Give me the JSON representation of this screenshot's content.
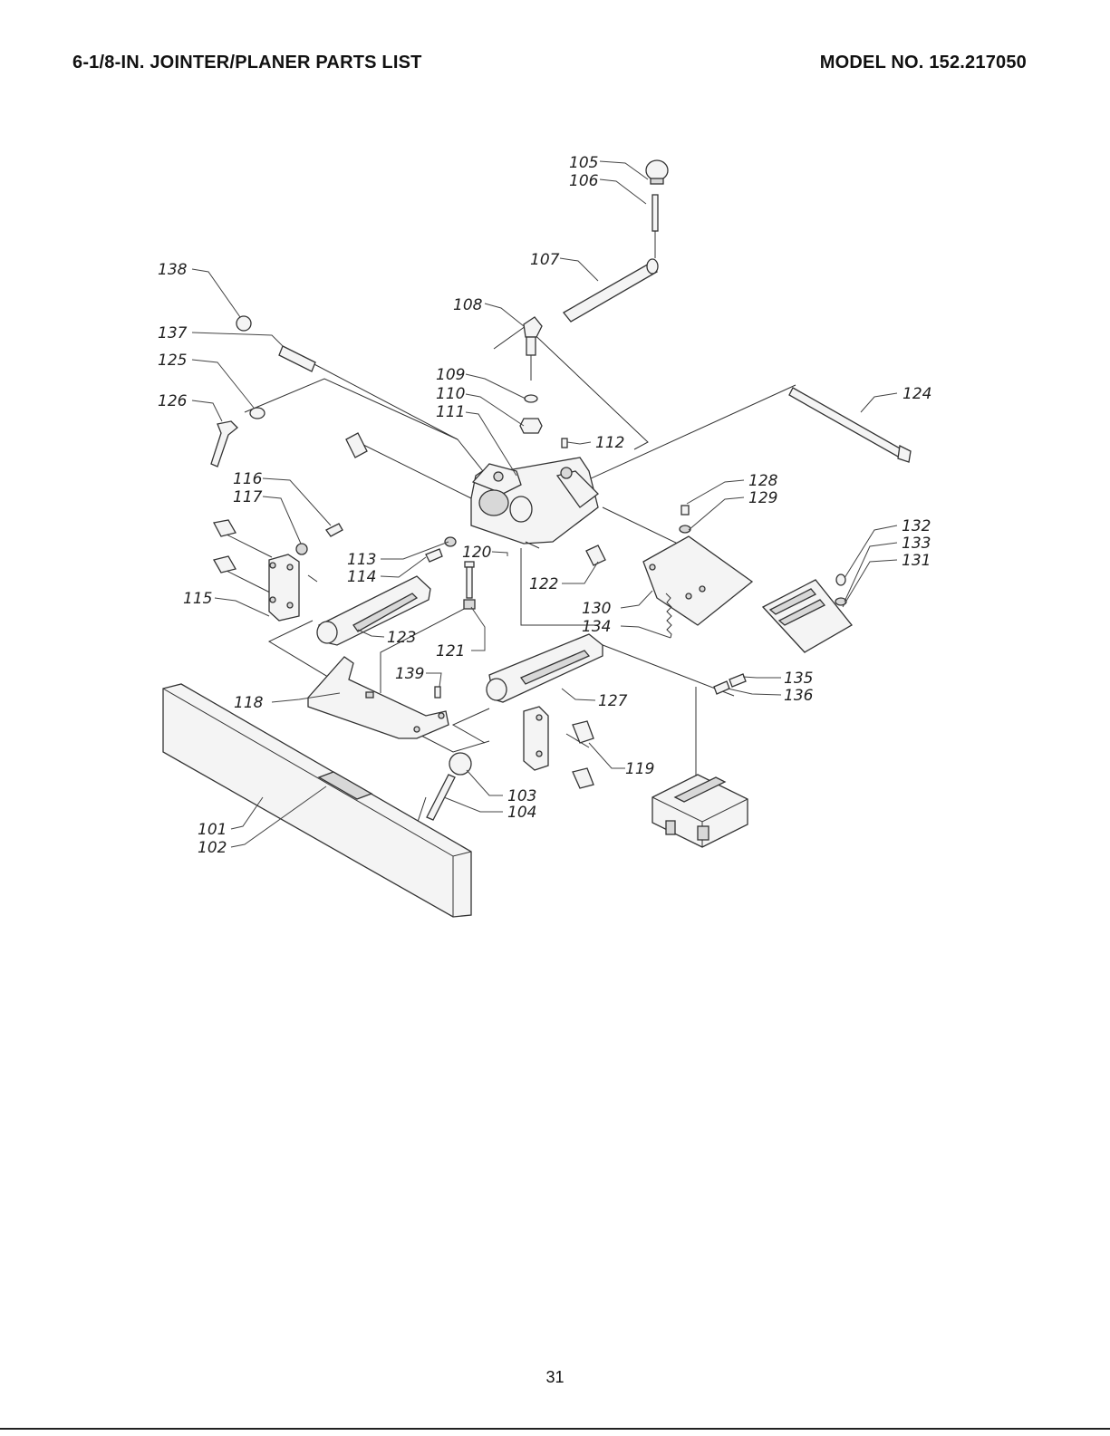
{
  "header": {
    "title": "6-1/8-IN. JOINTER/PLANER PARTS LIST",
    "model": "MODEL NO. 152.217050"
  },
  "page_number": "31",
  "part_labels": {
    "p101": "101",
    "p102": "102",
    "p103": "103",
    "p104": "104",
    "p105": "105",
    "p106": "106",
    "p107": "107",
    "p108": "108",
    "p109": "109",
    "p110": "110",
    "p111": "111",
    "p112": "112",
    "p113": "113",
    "p114": "114",
    "p115": "115",
    "p116": "116",
    "p117": "117",
    "p118": "118",
    "p119": "119",
    "p120": "120",
    "p121": "121",
    "p122": "122",
    "p123": "123",
    "p124": "124",
    "p125": "125",
    "p126": "126",
    "p127": "127",
    "p128": "128",
    "p129": "129",
    "p130": "130",
    "p131": "131",
    "p132": "132",
    "p133": "133",
    "p134": "134",
    "p135": "135",
    "p136": "136",
    "p137": "137",
    "p138": "138",
    "p139": "139"
  }
}
